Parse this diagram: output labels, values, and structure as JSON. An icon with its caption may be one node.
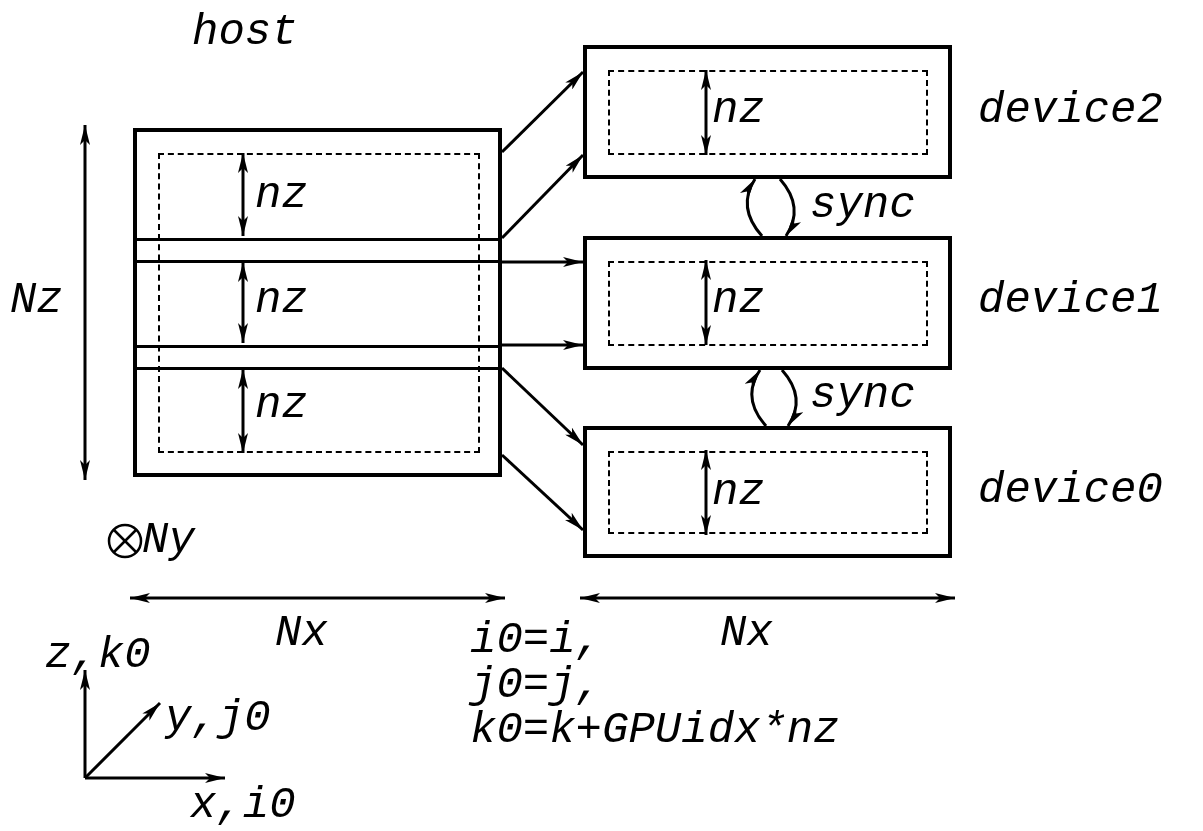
{
  "diagram": {
    "nodes": [
      {
        "text": [
          "host"
        ]
      },
      {
        "text": [],
        "shape": "box",
        "beside": [
          "device2"
        ]
      },
      {
        "text": [],
        "shape": "box",
        "beside": [
          "device1"
        ]
      },
      {
        "text": [],
        "shape": "box",
        "beside": [
          "device0"
        ]
      }
    ],
    "edges": [
      {
        "from": 0,
        "to": 1,
        "arrow": "to"
      },
      {
        "from": 0,
        "to": 1,
        "arrow": "to"
      },
      {
        "from": 0,
        "to": 2,
        "arrow": "to"
      },
      {
        "from": 0,
        "to": 2,
        "arrow": "to"
      },
      {
        "from": 0,
        "to": 3,
        "arrow": "to"
      },
      {
        "from": 0,
        "to": 3,
        "arrow": "to"
      },
      {
        "from": 2,
        "to": 1,
        "arrow": "to"
      },
      {
        "from": 1,
        "to": 2,
        "arrow": "to",
        "label": "sync"
      },
      {
        "from": 3,
        "to": 2,
        "arrow": "to"
      },
      {
        "from": 2,
        "to": 3,
        "arrow": "to",
        "label": "sync"
      }
    ],
    "labels": [
      "nz",
      "nz",
      "Nz",
      "nz",
      "nz",
      "nz",
      "nz",
      "Ny",
      "z,k0",
      "Nx",
      "i0=i,",
      "Nx",
      "y,j0",
      "j0=j,",
      "k0=k+GPUidx*nz",
      "x,i0"
    ]
  }
}
